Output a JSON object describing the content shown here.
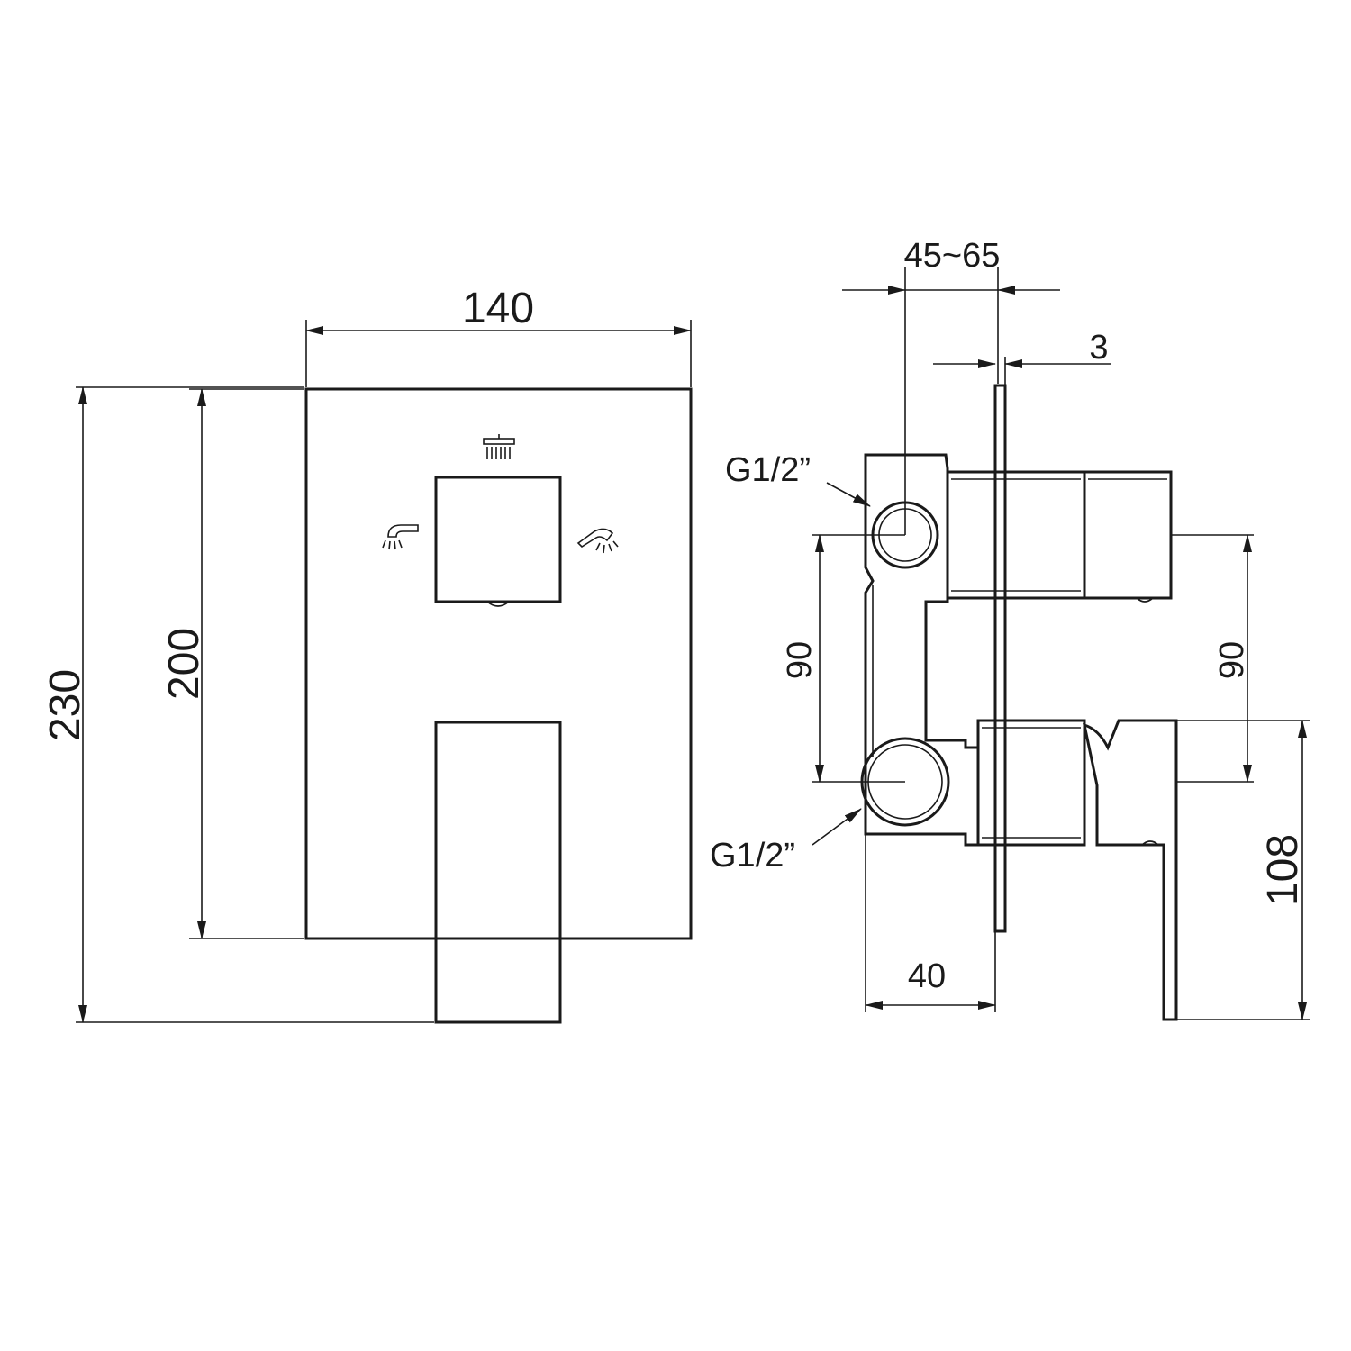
{
  "front_view": {
    "width_label": "140",
    "plate_height_label": "200",
    "total_height_label": "230"
  },
  "side_view": {
    "wall_depth_label": "45~65",
    "plate_thickness_label": "3",
    "thread_top_label": "G1/2”",
    "thread_bottom_label": "G1/2”",
    "spacing_left_label": "90",
    "spacing_right_label": "90",
    "body_depth_label": "40",
    "handle_height_label": "108"
  },
  "icons": {
    "top": "overhead-shower-icon",
    "left": "bath-spout-icon",
    "right": "hand-shower-icon"
  }
}
